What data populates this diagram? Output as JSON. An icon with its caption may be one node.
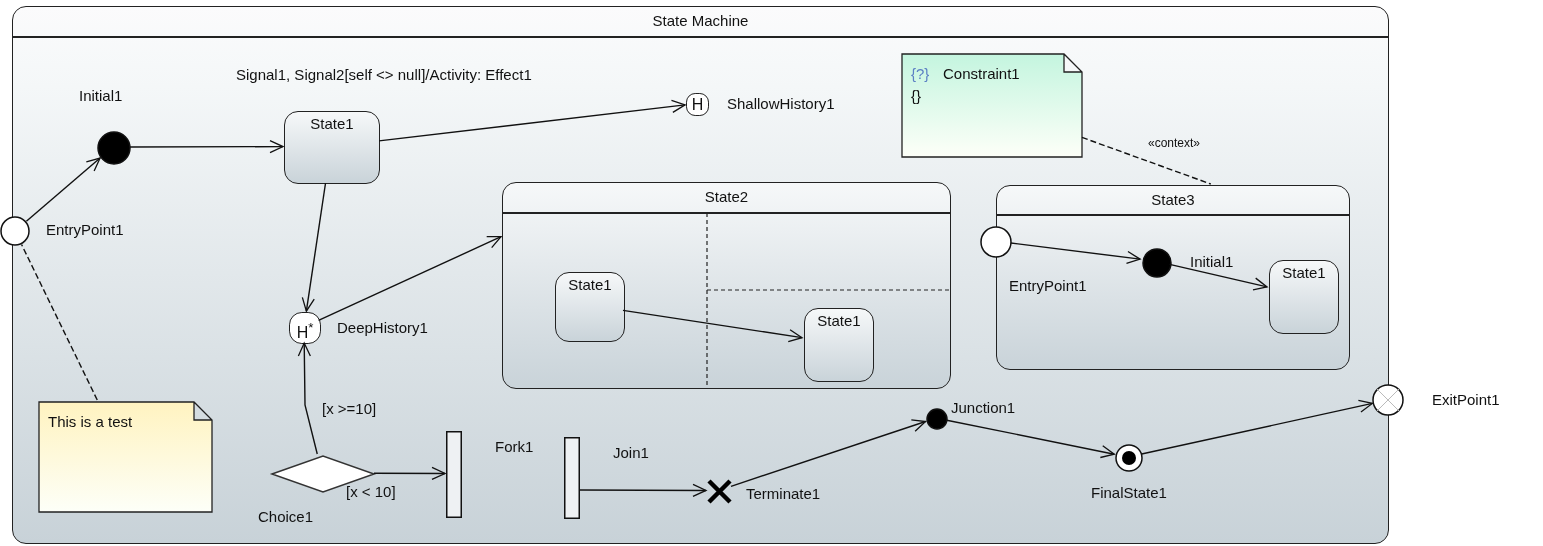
{
  "diagram": {
    "nodes": [
      {
        "text": [
          "State Machine"
        ]
      },
      {
        "text": [],
        "shape": "circle",
        "beside": [
          "Initial1"
        ],
        "in": 0
      },
      {
        "text": [],
        "shape": "circle",
        "beside": [
          "EntryPoint1"
        ]
      },
      {
        "text": [
          "State1"
        ],
        "in": 0
      },
      {
        "text": [
          "H"
        ],
        "beside": [
          "ShallowHistory1"
        ],
        "in": 0
      },
      {
        "text": [
          "{?}",
          "Constraint1",
          "{}"
        ],
        "in": 0
      },
      {
        "text": [
          "State2"
        ],
        "in": 0
      },
      {
        "text": [
          "State1"
        ],
        "in": 6
      },
      {
        "text": [
          "State1"
        ],
        "in": 6
      },
      {
        "text": [
          "State3"
        ],
        "in": 0
      },
      {
        "text": [],
        "shape": "circle",
        "beside": [
          "EntryPoint1"
        ],
        "in": 0
      },
      {
        "text": [],
        "shape": "circle",
        "beside": [
          "Initial1"
        ],
        "in": 9
      },
      {
        "text": [
          "State1"
        ],
        "in": 9
      },
      {
        "text": [
          "H$^{*}$"
        ],
        "beside": [
          "DeepHistory1"
        ],
        "in": 0
      },
      {
        "text": [
          "This is a test"
        ],
        "in": 0
      },
      {
        "text": [],
        "shape": "diamond",
        "beside": [
          "Choice1"
        ],
        "in": 0
      },
      {
        "text": [],
        "shape": "bar",
        "beside": [
          "Fork1"
        ],
        "in": 0
      },
      {
        "text": [],
        "shape": "bar",
        "beside": [
          "Join1"
        ],
        "in": 0
      },
      {
        "text": [],
        "shape": "cross",
        "beside": [
          "Terminate1"
        ],
        "in": 0
      },
      {
        "text": [],
        "shape": "circle",
        "beside": [
          "Junction1"
        ],
        "in": 0
      },
      {
        "text": [],
        "shape": "circle",
        "beside": [
          "FinalState1"
        ],
        "in": 0
      },
      {
        "text": [],
        "shape": "circle",
        "beside": [
          "ExitPoint1"
        ]
      }
    ],
    "edges": [
      {
        "from": 2,
        "to": 1,
        "arrow": "to"
      },
      {
        "from": 1,
        "to": 3,
        "arrow": "to"
      },
      {
        "from": 3,
        "to": 4,
        "arrow": "to",
        "label": "Signal1, Signal2[self <> null]/Activity: Effect1"
      },
      {
        "from": 3,
        "to": 13,
        "arrow": "to"
      },
      {
        "from": 13,
        "to": 6,
        "arrow": "to"
      },
      {
        "from": 7,
        "to": 8,
        "arrow": "to"
      },
      {
        "from": 10,
        "to": 11,
        "arrow": "to"
      },
      {
        "from": 11,
        "to": 12,
        "arrow": "to"
      },
      {
        "from": 5,
        "to": 9,
        "arrow": "none",
        "style": "dashed",
        "label": "«context»"
      },
      {
        "from": 14,
        "to": 2,
        "arrow": "none",
        "style": "dashed"
      },
      {
        "from": 15,
        "to": 13,
        "arrow": "to",
        "label": "[x >=10]"
      },
      {
        "from": 15,
        "to": 16,
        "arrow": "to",
        "label": "[x < 10]"
      },
      {
        "from": 17,
        "to": 18,
        "arrow": "to"
      },
      {
        "from": 18,
        "to": 19,
        "arrow": "to"
      },
      {
        "from": 19,
        "to": 20,
        "arrow": "to"
      },
      {
        "from": 20,
        "to": 21,
        "arrow": "to"
      }
    ]
  }
}
